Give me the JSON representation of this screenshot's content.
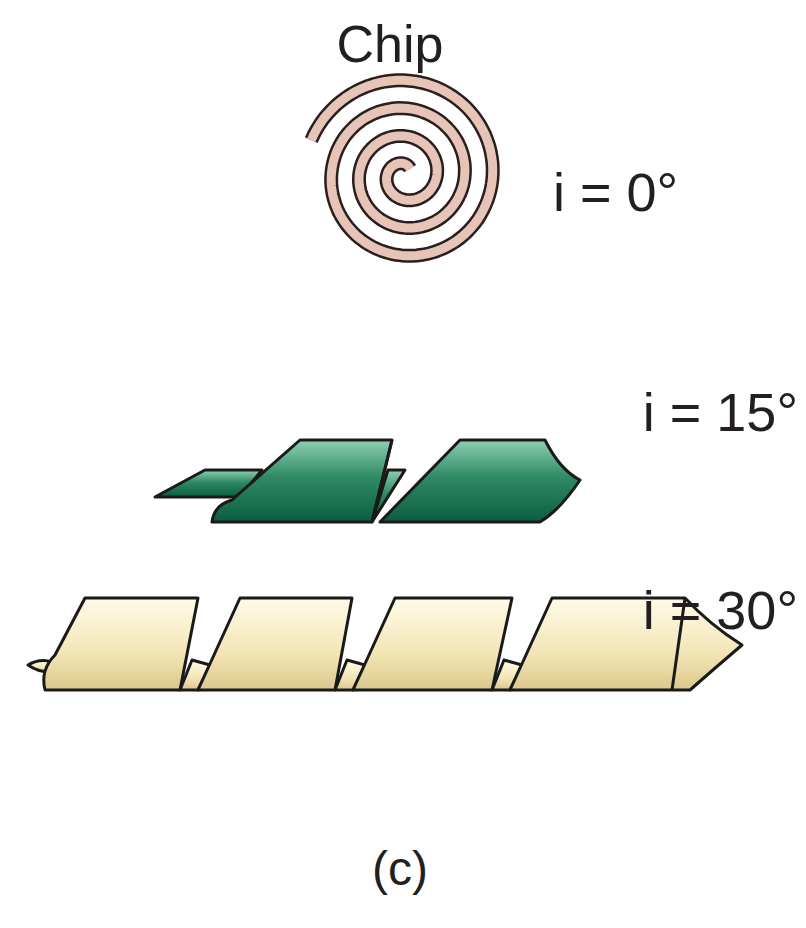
{
  "diagram": {
    "caption": "(c)",
    "labels": [
      "Chip",
      "i = 0°",
      "i = 15°",
      "i = 30°"
    ]
  }
}
